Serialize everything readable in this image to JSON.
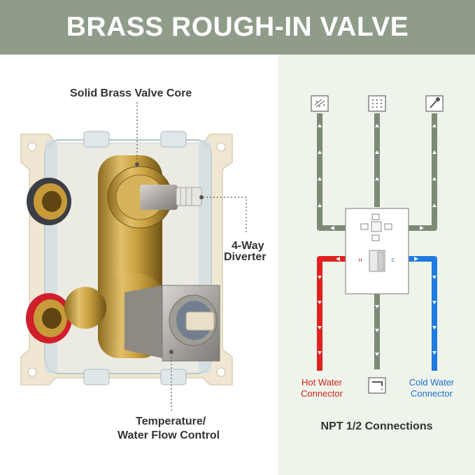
{
  "header": {
    "title": "BRASS ROUGH-IN VALVE",
    "background": "#8e9c89"
  },
  "photo_callouts": {
    "valve_core": "Solid Brass Valve Core",
    "diverter_line1": "4-Way",
    "diverter_line2": "Diverter",
    "temp_line1": "Temperature/",
    "temp_line2": "Water Flow Control"
  },
  "diagram": {
    "hot_line1": "Hot Water",
    "hot_line2": "Connector",
    "cold_line1": "Cold Water",
    "cold_line2": "Connector",
    "hot_marker": "H",
    "cold_marker": "C",
    "connections_note": "NPT 1/2 Connections",
    "outlet_icons": [
      "rain-shower-icon",
      "body-spray-icon",
      "handheld-shower-icon",
      "tub-spout-icon"
    ],
    "colors": {
      "hot": "#e02020",
      "cold": "#1f7be0",
      "outlet": "#7c8a76",
      "panel": "#eef4e9"
    }
  }
}
